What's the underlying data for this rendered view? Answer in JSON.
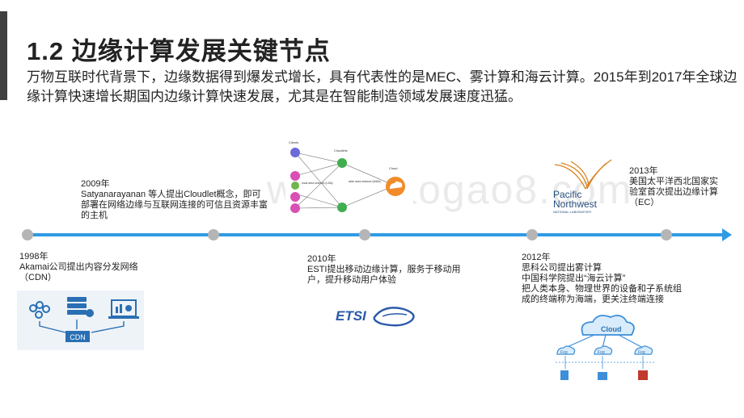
{
  "title": "1.2 边缘计算发展关键节点",
  "intro": "万物互联时代背景下，边缘数据得到爆发式增长，具有代表性的是MEC、雾计算和海云计算。2015年到2017年全球边缘计算快速增长期国内边缘计算快速发展，尤其是在智能制造领域发展速度迅猛。",
  "watermark": "www.baogao8.com",
  "colors": {
    "timeline": "#2f9be6",
    "dot": "#b5b5b5",
    "sidebar": "#3f3f3f",
    "cdn_blue": "#2a6fb3",
    "fog_blue": "#3c8fd8",
    "cloudlet_green": "#3fae4f",
    "cloud_orange": "#f28b2a",
    "pnnl_orange": "#d9821e",
    "pnnl_blue": "#264b7a"
  },
  "events": [
    {
      "year": "1998年",
      "lines": [
        "Akamai公司提出内容分发网络",
        "（CDN）"
      ]
    },
    {
      "year": "2009年",
      "lines": [
        "Satyanarayanan 等人提出Cloudlet概念，即可",
        "部署在网络边缘与互联网连接的可信且资源丰富",
        "的主机"
      ]
    },
    {
      "year": "2010年",
      "lines": [
        "ESTI提出移动边缘计算，服务于移动用",
        "户，提升移动用户体验"
      ]
    },
    {
      "year": "2012年",
      "lines": [
        "思科公司提出雾计算",
        "中国科学院提出“海云计算”",
        "把人类本身、物理世界的设备和子系统组",
        "成的终端称为海端，更关注终端连接"
      ]
    },
    {
      "year": "2013年",
      "lines": [
        "美国太平洋西北国家实",
        "验室首次提出边缘计算",
        "（EC）"
      ]
    }
  ],
  "images": {
    "cdn": {
      "label": "CDN"
    },
    "cloudlet": {
      "clients": "Clients",
      "cloudlets": "Cloudlets",
      "cloud": "Cloud",
      "lan": "local area network (LAN)",
      "wan": "wide area network (WAN)"
    },
    "etsi": {
      "label": "ETSI"
    },
    "pnnl": {
      "line1": "Pacific",
      "line2": "Northwest",
      "line3": "NATIONAL LABORATORY"
    },
    "fog": {
      "cloud": "Cloud",
      "fog": "Fog"
    }
  }
}
